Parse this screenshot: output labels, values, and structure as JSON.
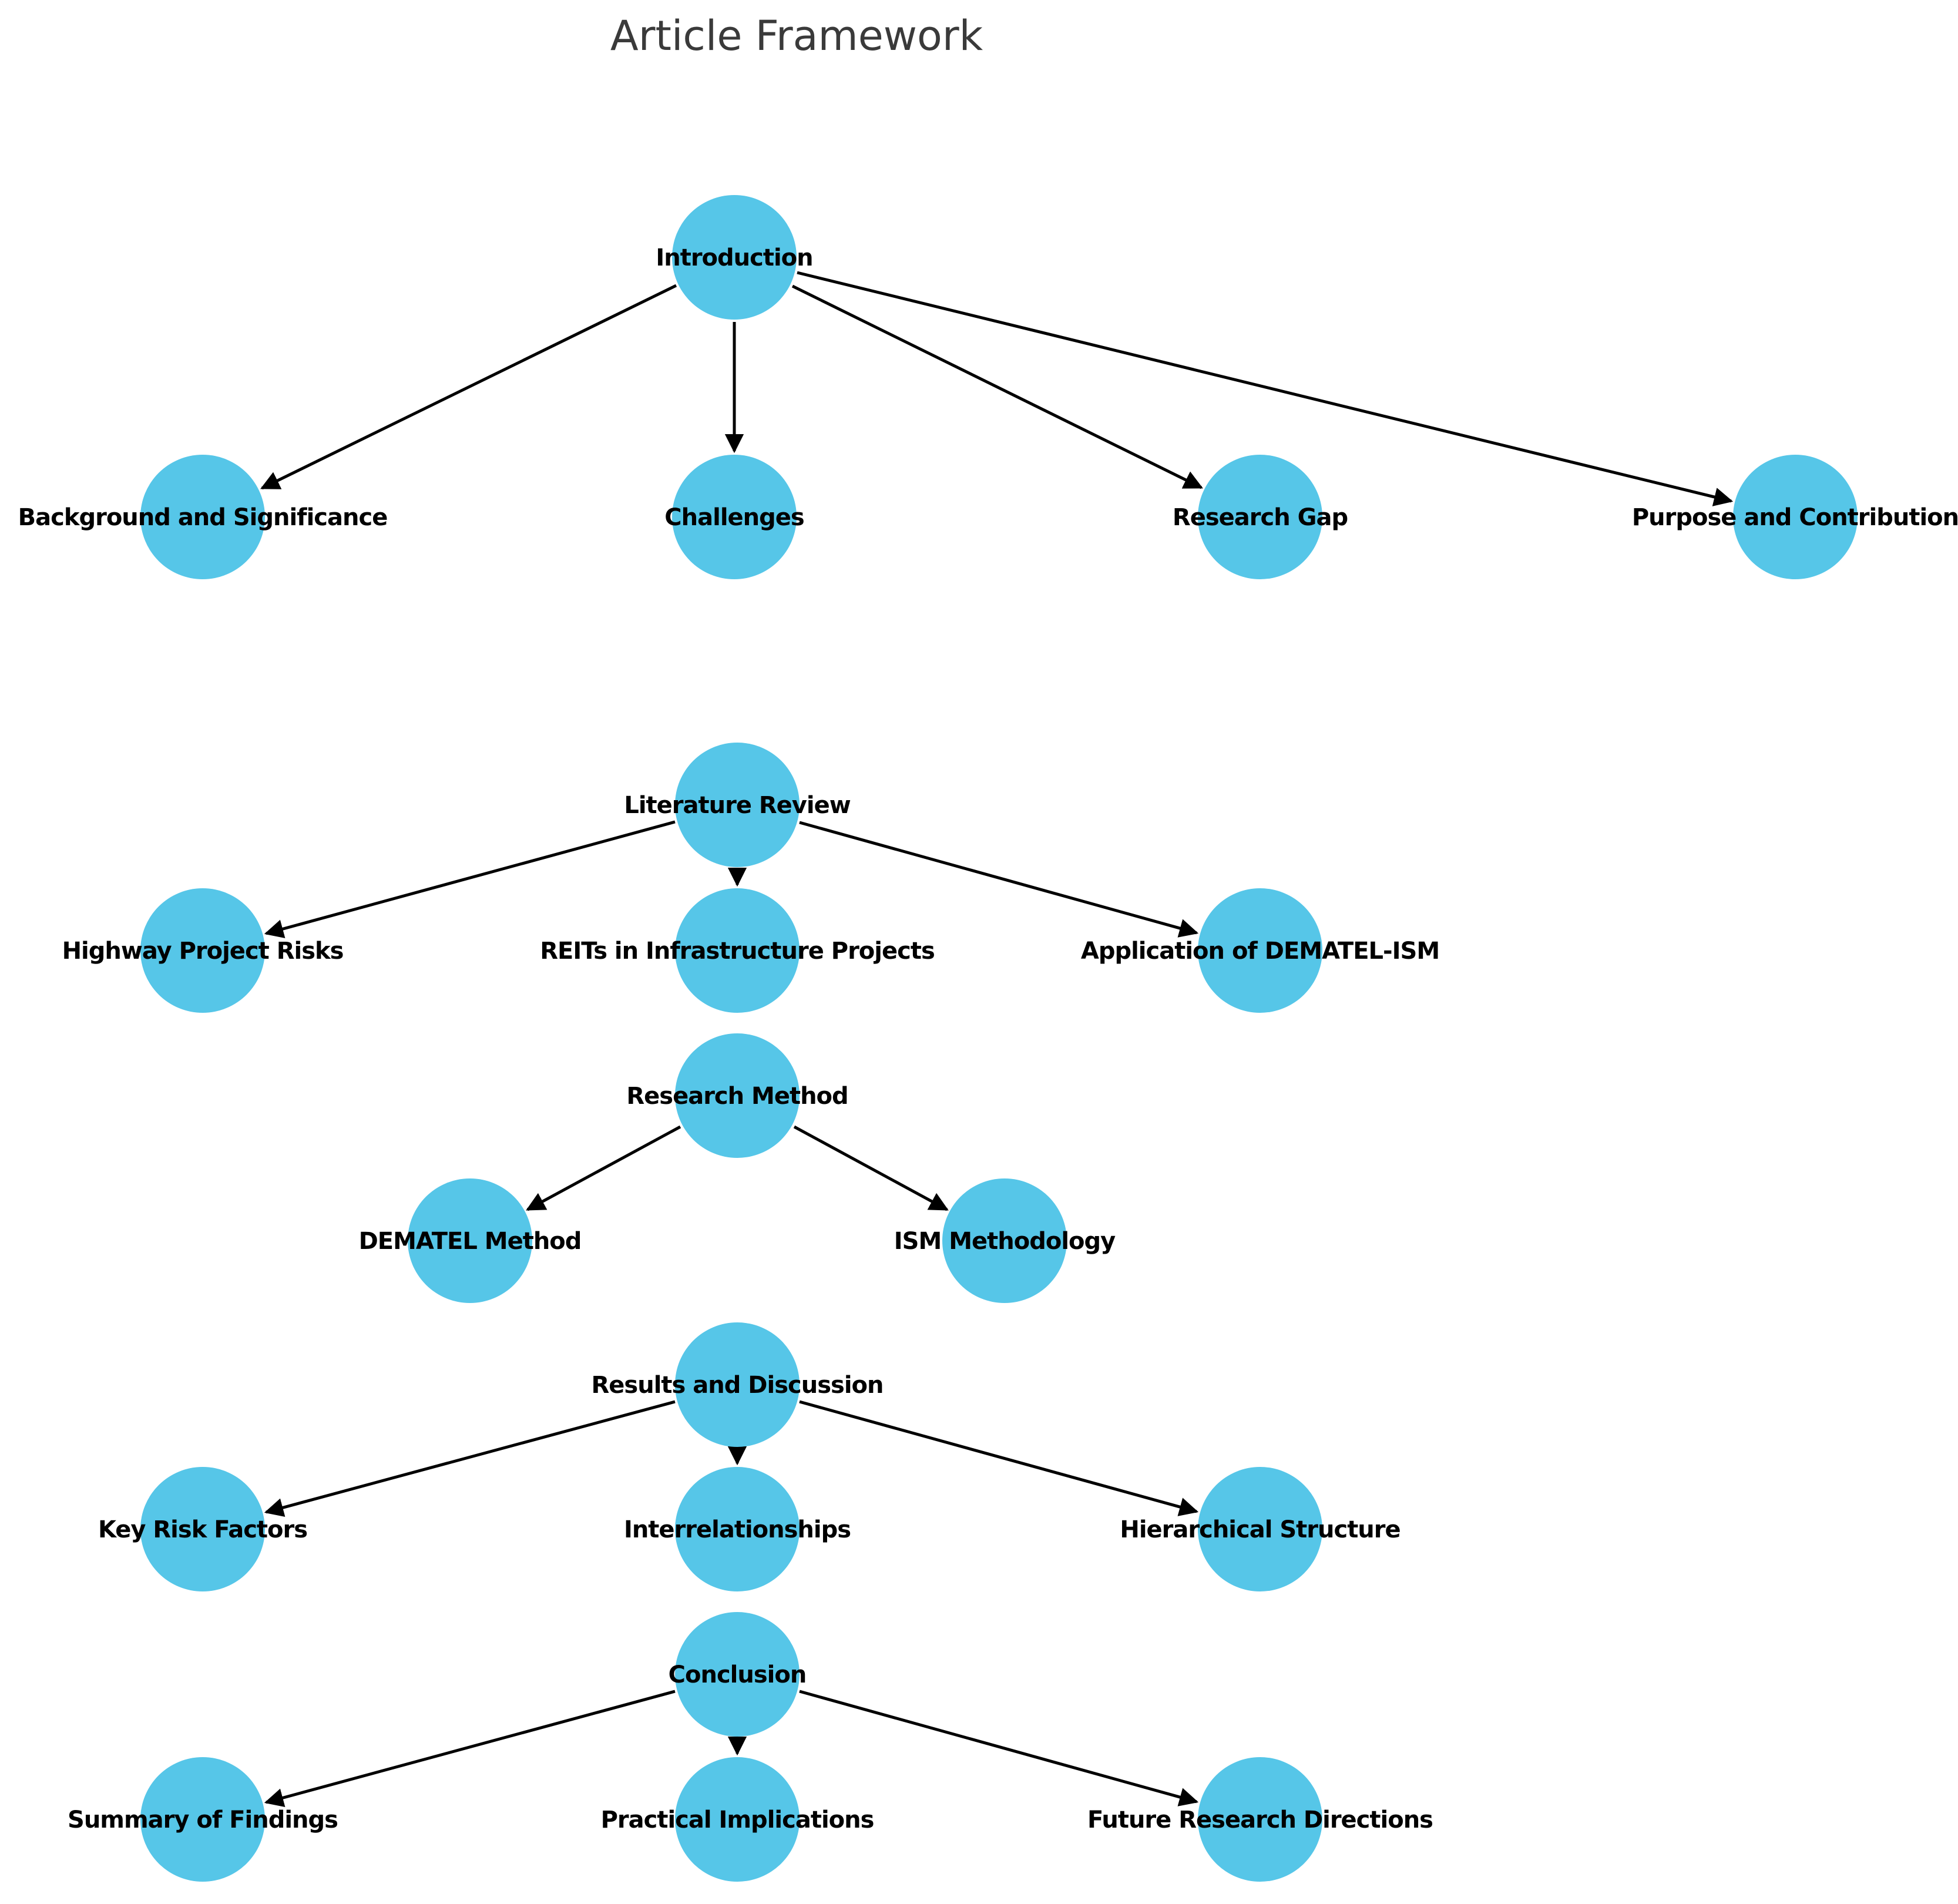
{
  "figure": {
    "title": "Article Framework"
  },
  "colors": {
    "node_fill": "#56C6E8",
    "edge": "#000000",
    "label": "#000000",
    "title": "#3A3A3A",
    "background": "#FFFFFF"
  },
  "nodes": {
    "introduction": "Introduction",
    "background_and_significance": "Background and Significance",
    "challenges": "Challenges",
    "research_gap": "Research Gap",
    "purpose_and_contribution": "Purpose and Contribution",
    "literature_review": "Literature Review",
    "highway_project_risks": "Highway Project Risks",
    "reits_in_infrastructure_projects": "REITs in Infrastructure Projects",
    "application_of_dematel_ism": "Application of DEMATEL-ISM",
    "research_method": "Research Method",
    "dematel_method": "DEMATEL Method",
    "ism_methodology": "ISM Methodology",
    "results_and_discussion": "Results and Discussion",
    "key_risk_factors": "Key Risk Factors",
    "interrelationships": "Interrelationships",
    "hierarchical_structure": "Hierarchical Structure",
    "conclusion": "Conclusion",
    "summary_of_findings": "Summary of Findings",
    "practical_implications": "Practical Implications",
    "future_research_directions": "Future Research Directions"
  },
  "edges": [
    {
      "from": "introduction",
      "to": "background_and_significance"
    },
    {
      "from": "introduction",
      "to": "challenges"
    },
    {
      "from": "introduction",
      "to": "research_gap"
    },
    {
      "from": "introduction",
      "to": "purpose_and_contribution"
    },
    {
      "from": "literature_review",
      "to": "highway_project_risks"
    },
    {
      "from": "literature_review",
      "to": "reits_in_infrastructure_projects"
    },
    {
      "from": "literature_review",
      "to": "application_of_dematel_ism"
    },
    {
      "from": "research_method",
      "to": "dematel_method"
    },
    {
      "from": "research_method",
      "to": "ism_methodology"
    },
    {
      "from": "results_and_discussion",
      "to": "key_risk_factors"
    },
    {
      "from": "results_and_discussion",
      "to": "interrelationships"
    },
    {
      "from": "results_and_discussion",
      "to": "hierarchical_structure"
    },
    {
      "from": "conclusion",
      "to": "summary_of_findings"
    },
    {
      "from": "conclusion",
      "to": "practical_implications"
    },
    {
      "from": "conclusion",
      "to": "future_research_directions"
    }
  ]
}
